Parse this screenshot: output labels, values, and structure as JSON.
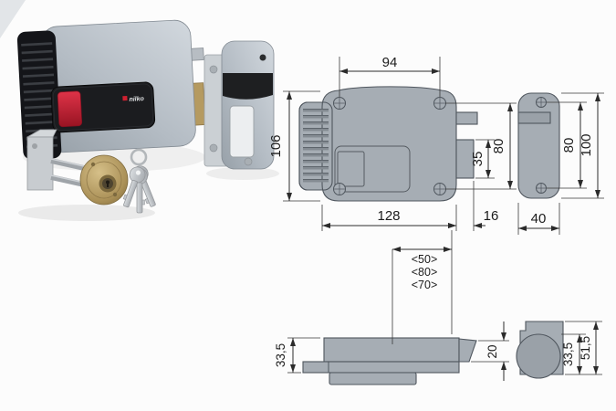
{
  "photo": {
    "brand": "nilko"
  },
  "colors": {
    "drawing_fill": "#a6adb4",
    "drawing_stroke": "#4f565e",
    "dim_line": "#2b2b2b",
    "accent_red": "#cf2537",
    "brass": "#b2985f",
    "metal_light": "#ced4da",
    "metal_dark": "#99a1a9"
  },
  "drawings": {
    "front_view": {
      "hole_span_h": "94",
      "height": "106",
      "width": "128",
      "latch_protrusion": "16",
      "latch_height": "35",
      "hole_span_v": "80"
    },
    "strike_view": {
      "hole_span": "80",
      "height": "100",
      "width": "40"
    },
    "top_view": {
      "backset_options": [
        "<50>",
        "<80>",
        "<70>"
      ],
      "body_depth": "33,5",
      "latch_depth": "20"
    },
    "cylinder_view": {
      "cylinder_depth": "33,5",
      "total_depth": "51,5"
    }
  }
}
